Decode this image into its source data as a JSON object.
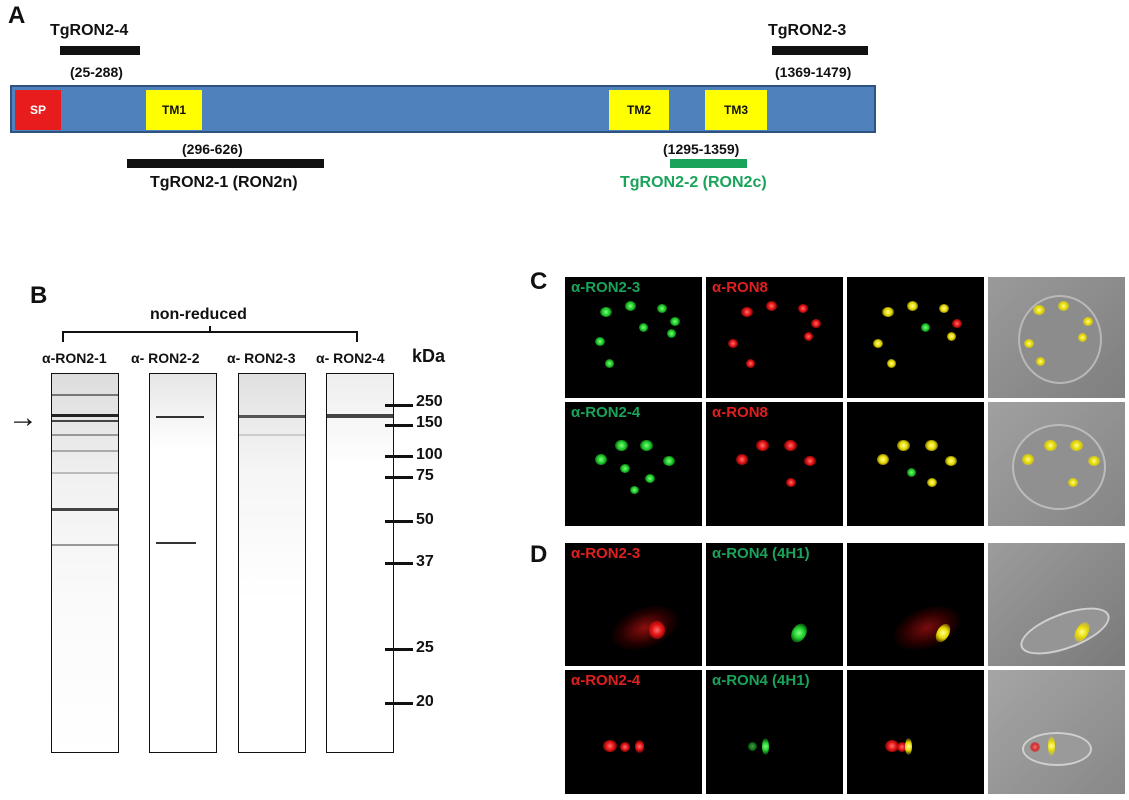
{
  "panels": {
    "a": "A",
    "b": "B",
    "c": "C",
    "d": "D"
  },
  "diagram": {
    "domains": {
      "sp": "SP",
      "tm1": "TM1",
      "tm2": "TM2",
      "tm3": "TM3"
    },
    "fragments": [
      {
        "name": "TgRON2-4",
        "range": "(25-288)"
      },
      {
        "name": "TgRON2-3",
        "range": "(1369-1479)"
      },
      {
        "name": "TgRON2-1 (RON2n)",
        "range": "(296-626)"
      },
      {
        "name": "TgRON2-2 (RON2c)",
        "range": "(1295-1359)"
      }
    ]
  },
  "blot": {
    "condition": "non-reduced",
    "kda_label": "kDa",
    "lanes": [
      "α-RON2-1",
      "α- RON2-2",
      "α- RON2-3",
      "α- RON2-4"
    ],
    "markers": [
      "250",
      "150",
      "100",
      "75",
      "50",
      "37",
      "25",
      "20"
    ],
    "arrow": "→"
  },
  "microscopy": {
    "c_row1": [
      "α-RON2-3",
      "α-RON8"
    ],
    "c_row2": [
      "α-RON2-4",
      "α-RON8"
    ],
    "d_row1": [
      "α-RON2-3",
      "α-RON4 (4H1)"
    ],
    "d_row2": [
      "α-RON2-4",
      "α-RON4 (4H1)"
    ]
  }
}
